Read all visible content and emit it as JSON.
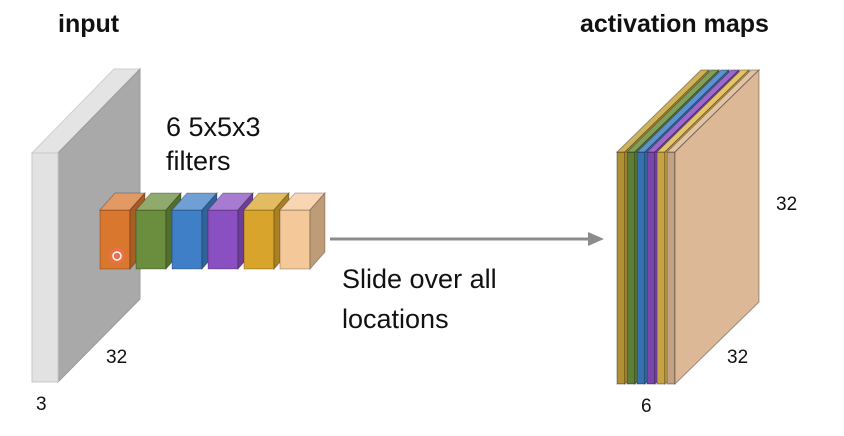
{
  "input": {
    "title": "input",
    "depth_label": "3",
    "width_label": "32",
    "fill_color": "#d6d6d6",
    "side_color": "#aaaaaa"
  },
  "filters": {
    "line1": "6 5x5x3",
    "line2": "filters",
    "count": 6,
    "colors": [
      "#d9772f",
      "#6b8e3e",
      "#3f7fc7",
      "#8a4fc1",
      "#d9a42c",
      "#f5c89a"
    ]
  },
  "operation": {
    "line1": "Slide over all",
    "line2": "locations",
    "arrow_color": "#8c8c8c"
  },
  "activation_maps": {
    "title": "activation maps",
    "depth_label": "6",
    "height_label": "32",
    "width_label": "32",
    "colors": [
      "#c8a43a",
      "#6b8e3e",
      "#3f7fc7",
      "#8a4fc1",
      "#e0b84c",
      "#ddb896"
    ]
  }
}
